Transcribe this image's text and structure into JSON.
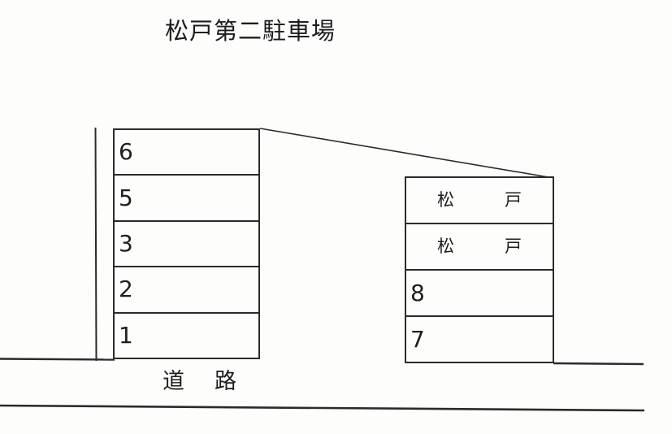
{
  "title": "松戸第二駐車場",
  "left_block": {
    "spaces": [
      {
        "label": "6"
      },
      {
        "label": "5"
      },
      {
        "label": "3"
      },
      {
        "label": "2"
      },
      {
        "label": "1"
      }
    ]
  },
  "right_block": {
    "spaces": [
      {
        "label": "松戸"
      },
      {
        "label": "松戸"
      },
      {
        "label": "8"
      },
      {
        "label": "7"
      }
    ]
  },
  "road_label": "道路",
  "colors": {
    "background": "#fdfdfc",
    "line": "#2b2b2b",
    "text": "#1d1d1d"
  }
}
